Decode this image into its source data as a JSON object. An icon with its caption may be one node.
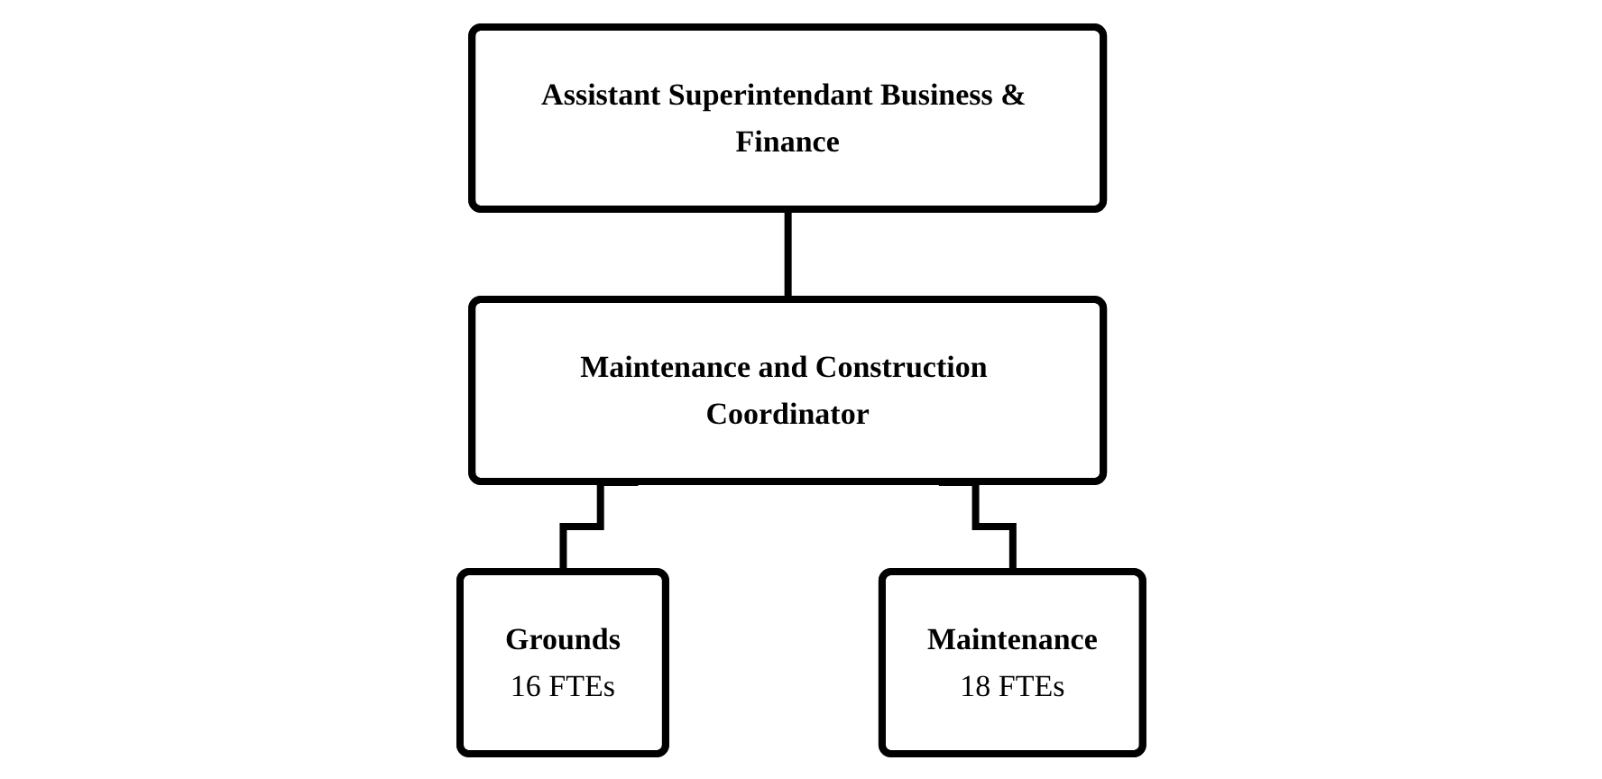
{
  "diagram": {
    "nodes": [
      {
        "text": [
          "Assistant Superintendant Business & Finance"
        ]
      },
      {
        "text": [
          "Maintenance and Construction Coordinator"
        ]
      },
      {
        "text": [
          "Grounds",
          "16 FTEs"
        ]
      },
      {
        "text": [
          "Maintenance",
          "18 FTEs"
        ]
      }
    ],
    "edges": [
      {
        "from": 0,
        "to": 1,
        "arrow": "none"
      },
      {
        "from": 1,
        "to": 2,
        "arrow": "none"
      },
      {
        "from": 1,
        "to": 3,
        "arrow": "none"
      }
    ]
  }
}
